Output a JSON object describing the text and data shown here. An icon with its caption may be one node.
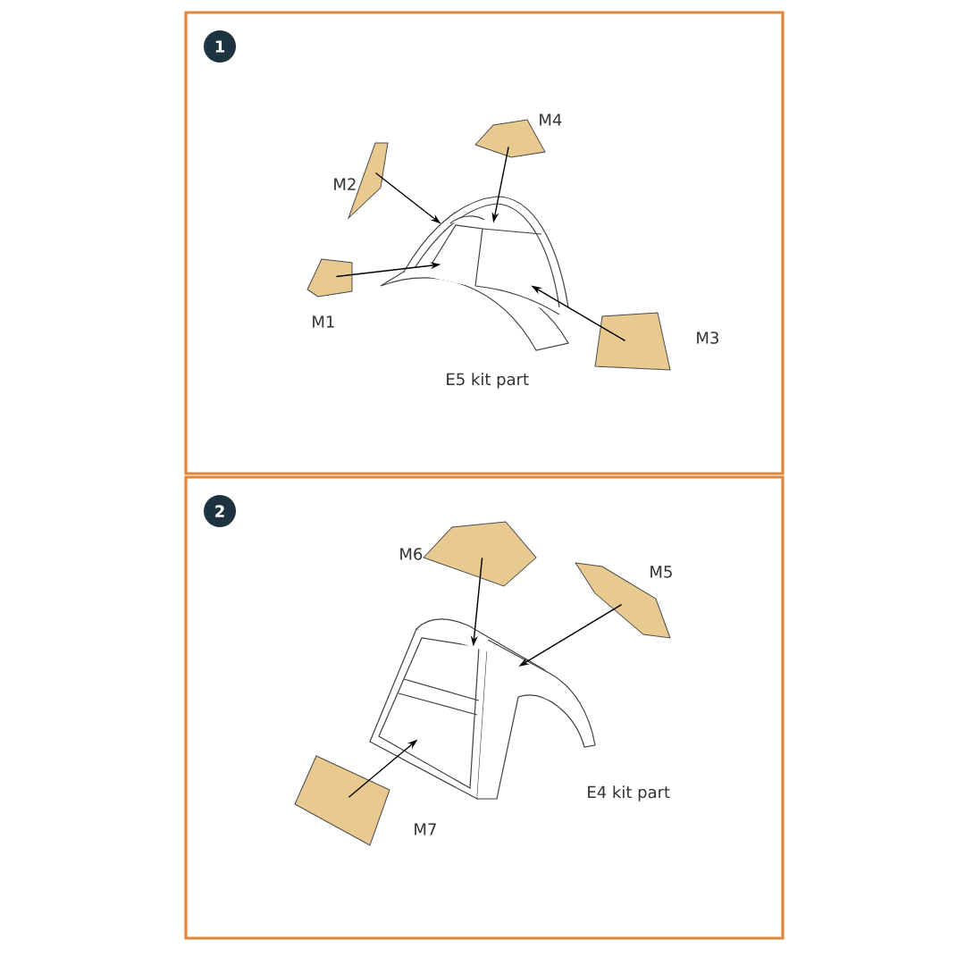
{
  "diagram": {
    "nodes": [
      {
        "text": [
          "1"
        ]
      },
      {
        "text": [],
        "shape": "box",
        "in": 0,
        "beside": [
          "M4"
        ]
      },
      {
        "text": [],
        "shape": "box",
        "in": 0,
        "beside": [
          "M2"
        ]
      },
      {
        "text": [],
        "shape": "box",
        "in": 0,
        "beside": [
          "M1"
        ]
      },
      {
        "text": [],
        "shape": "picture",
        "in": 0,
        "beside": [
          "E5 kit part"
        ]
      },
      {
        "text": [],
        "shape": "box",
        "in": 0,
        "beside": [
          "M3"
        ]
      },
      {
        "text": [
          "2"
        ]
      },
      {
        "text": [],
        "shape": "box",
        "in": 6,
        "beside": [
          "M6"
        ]
      },
      {
        "text": [],
        "shape": "box",
        "in": 6,
        "beside": [
          "M5"
        ]
      },
      {
        "text": [],
        "shape": "picture",
        "in": 6,
        "beside": [
          "E4 kit part"
        ]
      },
      {
        "text": [],
        "shape": "box",
        "in": 6,
        "beside": [
          "M7"
        ]
      }
    ],
    "edges": [
      {
        "from": 1,
        "to": 4,
        "arrow": "to"
      },
      {
        "from": 2,
        "to": 4,
        "arrow": "to"
      },
      {
        "from": 3,
        "to": 4,
        "arrow": "to"
      },
      {
        "from": 5,
        "to": 4,
        "arrow": "to"
      },
      {
        "from": 7,
        "to": 9,
        "arrow": "to"
      },
      {
        "from": 8,
        "to": 9,
        "arrow": "to"
      },
      {
        "from": 10,
        "to": 9,
        "arrow": "to"
      }
    ]
  }
}
